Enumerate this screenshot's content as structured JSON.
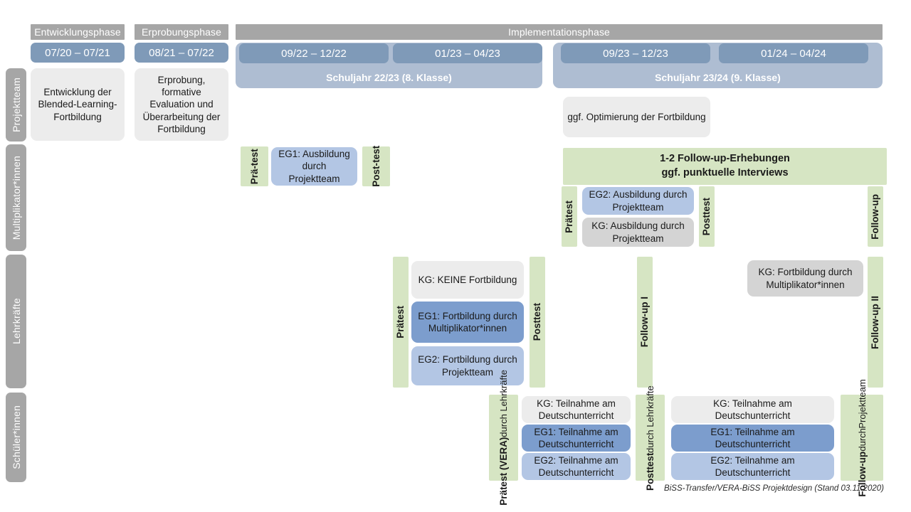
{
  "diagram": {
    "title": "BiSS-Transfer/VERA-BiSS Projektdesign",
    "footer": "BiSS-Transfer/VERA-BiSS Projektdesign (Stand 03.11.2020)",
    "colors": {
      "phase_header": "#a6a6a6",
      "date_pill": "#7f9ab8",
      "school_band": "#aebdd2",
      "row_label": "#a6a6a6",
      "green_test": "#d6e5c3",
      "gray_light": "#ececec",
      "gray_medium": "#d4d4d4",
      "blue_dark": "#7c9dcd",
      "blue_light": "#b3c6e4"
    }
  },
  "phases": [
    {
      "label": "Entwicklungsphase"
    },
    {
      "label": "Erprobungsphase"
    },
    {
      "label": "Implementationsphase"
    }
  ],
  "periods": [
    {
      "label": "07/20 – 07/21"
    },
    {
      "label": "08/21 – 07/22"
    },
    {
      "label": "09/22 – 12/22"
    },
    {
      "label": "01/23 – 04/23"
    },
    {
      "label": "09/23 – 12/23"
    },
    {
      "label": "01/24 – 04/24"
    }
  ],
  "school_years": [
    {
      "label": "Schuljahr 22/23 (8. Klasse)"
    },
    {
      "label": "Schuljahr 23/24 (9. Klasse)"
    }
  ],
  "rows": [
    {
      "label": "Projektteam"
    },
    {
      "label": "Multiplikator*innen"
    },
    {
      "label": "Lehrkräfte"
    },
    {
      "label": "Schüler*innen"
    }
  ],
  "projektteam": {
    "entwicklung": "Entwicklung der Blended-Learning-Fortbildung",
    "erprobung": "Erprobung, formative Evaluation und Überarbeitung der Fortbildung",
    "optimierung": "ggf. Optimierung der Fortbildung"
  },
  "multiplikatoren": {
    "praetest_1_line1": "Prä-",
    "praetest_1_line2": "test",
    "eg1_ausbildung": "EG1: Ausbildung durch Projektteam",
    "posttest_1_line1": "Post-",
    "posttest_1_line2": "test",
    "followup_banner_line1": "1-2 Follow-up-Erhebungen",
    "followup_banner_line2": "ggf. punktuelle Interviews",
    "praetest_2": "Prätest",
    "eg2_ausbildung": "EG2:  Ausbildung durch Projektteam",
    "kg_ausbildung": "KG: Ausbildung durch Projektteam",
    "posttest_2": "Posttest",
    "followup": "Follow-up"
  },
  "lehrkraefte": {
    "praetest": "Prätest",
    "kg_keine": "KG:  KEINE Fortbildung",
    "eg1_fortbildung": "EG1: Fortbildung durch Multiplikator*innen",
    "eg2_fortbildung": "EG2: Fortbildung durch Projektteam",
    "posttest": "Posttest",
    "followup_1": "Follow-up I",
    "kg_fortbildung": "KG: Fortbildung durch Multiplikator*innen",
    "followup_2": "Follow-up II"
  },
  "schueler": {
    "praetest_bold": "Prätest (VERA)",
    "praetest_sub": "durch Lehrkräfte",
    "kg_1": "KG: Teilnahme am Deutschunterricht",
    "eg1_1": "EG1: Teilnahme am Deutschunterricht",
    "eg2_1": "EG2: Teilnahme am Deutschunterricht",
    "posttest_bold": "Posttest",
    "posttest_sub": "durch Lehrkräfte",
    "kg_2": "KG: Teilnahme am Deutschunterricht",
    "eg1_2": "EG1: Teilnahme am Deutschunterricht",
    "eg2_2": "EG2: Teilnahme am Deutschunterricht",
    "followup_bold": "Follow-up",
    "followup_sub1": "durch",
    "followup_sub2": "Projektteam"
  }
}
